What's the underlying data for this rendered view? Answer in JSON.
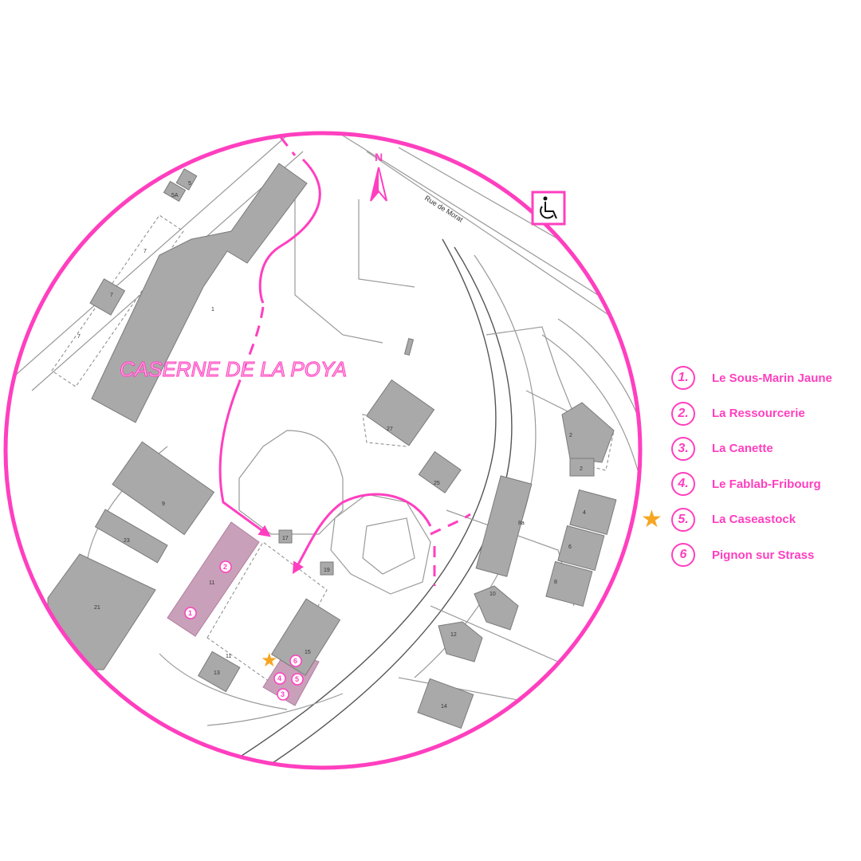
{
  "map": {
    "title": "CASERNE DE LA POYA",
    "street": "Rue de Morat",
    "north": "N",
    "colors": {
      "accent": "#ff3fbf",
      "building": "#a9a9a9",
      "highlight": "#c9a0b9",
      "star": "#f5a623"
    },
    "icons": [
      "wheelchair-icon",
      "north-arrow-icon",
      "star-icon"
    ],
    "buildings": {
      "b1": "1",
      "b2a": "2",
      "b2b": "2",
      "b4": "4",
      "b5": "5",
      "b5a": "5A",
      "b6": "6",
      "b7a": "7",
      "b7b": "7",
      "b7c": "7",
      "b8": "8",
      "b8a": "8a",
      "b9": "9",
      "b10": "10",
      "b11": "11",
      "b11b": "11",
      "b12": "12",
      "b13": "13",
      "b14": "14",
      "b15": "15",
      "b17": "17",
      "b19": "19",
      "b21": "21",
      "b23": "23",
      "b25": "25",
      "b27": "27"
    },
    "markers": [
      "1",
      "2",
      "3",
      "4",
      "5",
      "6"
    ]
  },
  "legend": [
    {
      "num": "1.",
      "label": "Le Sous-Marin Jaune",
      "starred": false
    },
    {
      "num": "2.",
      "label": "La Ressourcerie",
      "starred": false
    },
    {
      "num": "3.",
      "label": "La Canette",
      "starred": false
    },
    {
      "num": "4.",
      "label": "Le Fablab-Fribourg",
      "starred": false
    },
    {
      "num": "5.",
      "label": "La Caseastock",
      "starred": true
    },
    {
      "num": "6",
      "label": "Pignon sur Strass",
      "starred": false
    }
  ]
}
